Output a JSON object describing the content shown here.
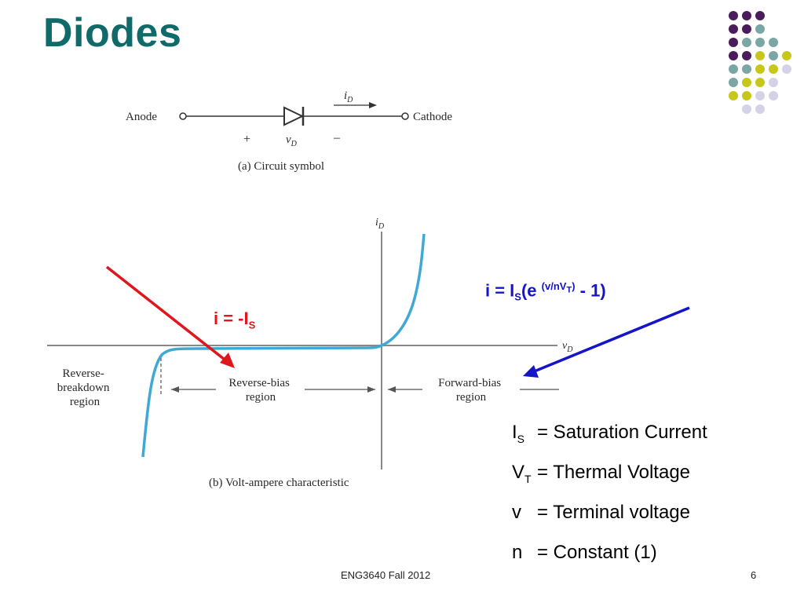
{
  "slide": {
    "title": "Diodes",
    "footer_course": "ENG3640 Fall 2012",
    "page_number": "6"
  },
  "circuit_symbol": {
    "anode": "Anode",
    "cathode": "Cathode",
    "current_i": "i",
    "current_sub": "D",
    "plus": "+",
    "minus": "–",
    "voltage_v": "v",
    "voltage_sub": "D",
    "caption": "(a) Circuit symbol"
  },
  "characteristic": {
    "axis_y_i": "i",
    "axis_y_sub": "D",
    "axis_x_v": "v",
    "axis_x_sub": "D",
    "reverse_breakdown_l1": "Reverse-",
    "reverse_breakdown_l2": "breakdown",
    "reverse_breakdown_l3": "region",
    "reverse_bias_l1": "Reverse-bias",
    "reverse_bias_l2": "region",
    "forward_bias_l1": "Forward-bias",
    "forward_bias_l2": "region",
    "caption": "(b) Volt-ampere characteristic"
  },
  "annotations": {
    "reverse_eq_main": "i = -I",
    "reverse_eq_sub": "S",
    "forward_eq_main": "i = I",
    "forward_eq_sub": "S",
    "forward_eq_open": "(e ",
    "forward_eq_exp": "(v/nV",
    "forward_eq_exp_sub": "T",
    "forward_eq_exp_close": ")",
    "forward_eq_close": " - 1)"
  },
  "legend": [
    {
      "sym": "I",
      "sub": "S",
      "desc": "= Saturation Current"
    },
    {
      "sym": "V",
      "sub": "T",
      "desc": "= Thermal Voltage"
    },
    {
      "sym": "v",
      "sub": "",
      "desc": "= Terminal voltage"
    },
    {
      "sym": "n",
      "sub": "",
      "desc": "= Constant (1)"
    }
  ],
  "colors": {
    "title": "#0f6a6a",
    "curve": "#3fa9d6",
    "red_arrow": "#e0161c",
    "blue_arrow": "#1414c8",
    "dot_purple": "#4b1c5c",
    "dot_teal": "#7ba6a6",
    "dot_yellow": "#c6c71a",
    "dot_lavender": "#d4d2e6"
  }
}
